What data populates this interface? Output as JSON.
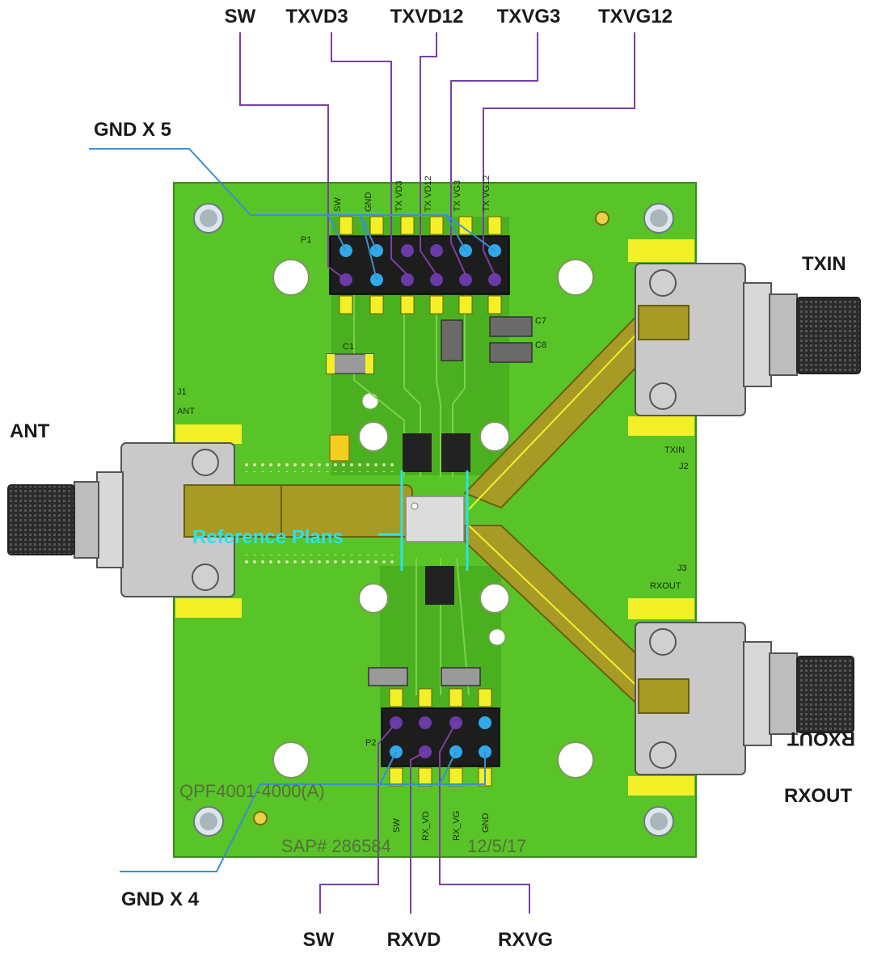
{
  "top_labels": {
    "sw": "SW",
    "txvd3": "TXVD3",
    "txvd12": "TXVD12",
    "txvg3": "TXVG3",
    "txvg12": "TXVG12"
  },
  "gnd_top": "GND X 5",
  "gnd_bottom": "GND X 4",
  "bottom_labels": {
    "sw": "SW",
    "rxvd": "RXVD",
    "rxvg": "RXVG"
  },
  "ports": {
    "ant": "ANT",
    "txin": "TXIN",
    "rxout": "RXOUT",
    "rxout_mirrored": "RXOUT"
  },
  "reference": "Reference Plans",
  "silkscreen": {
    "p1": "P1",
    "p2": "P2",
    "j1": "J1",
    "j1_name": "ANT",
    "j2": "J2",
    "j2_name": "TXIN",
    "j3": "J3",
    "j3_name": "RXOUT",
    "header_top": [
      "SW",
      "GND",
      "TX VD3",
      "TX VD12",
      "TX VG3",
      "TX VG12"
    ],
    "header_bottom": [
      "SW",
      "RX_VD",
      "RX_VG",
      "GND"
    ],
    "c7": "C7",
    "c8": "C8",
    "c1": "C1",
    "part_number": "QPF4001-4000(A)",
    "sap": "SAP# 286584",
    "date": "12/5/17"
  },
  "colors": {
    "board": "#58c428",
    "trace": "#a79a25",
    "pad": "#f3f028",
    "pin_purple": "#6a3aa8",
    "pin_cyan": "#2fa9e8",
    "callout_purple": "#7b3fa6",
    "callout_blue": "#3b8fd0",
    "reference_cyan": "#2fe0e6"
  }
}
